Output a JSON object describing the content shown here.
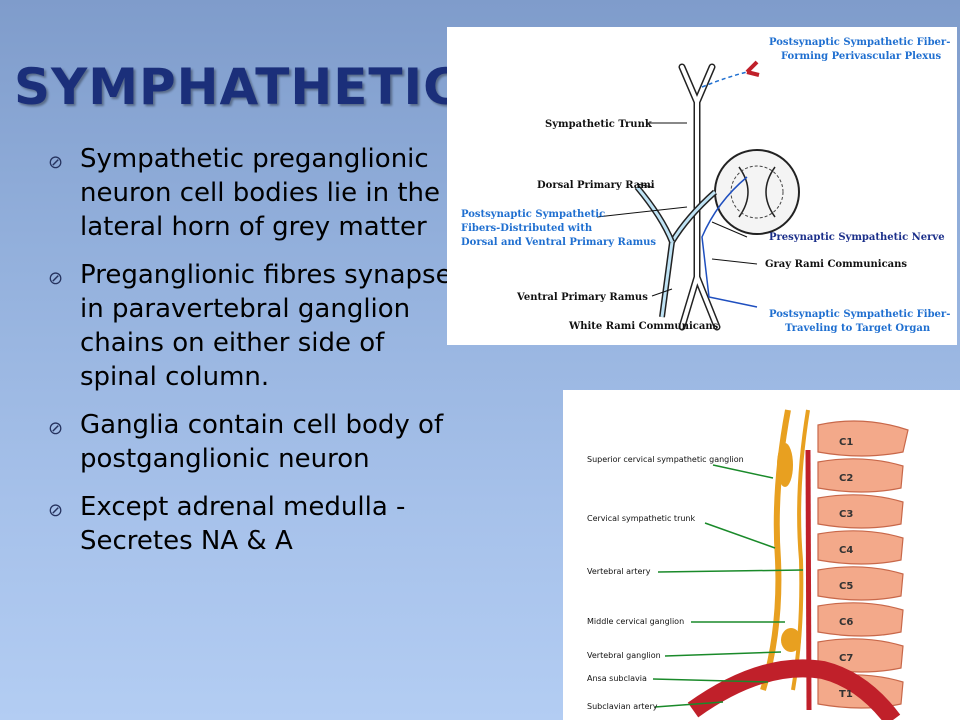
{
  "slide": {
    "title": "SYMPHATHETIC",
    "bullets": [
      {
        "icon": "bullet-icon",
        "text": "Sympathetic preganglionic neuron cell bodies lie in the lateral horn of  grey matter"
      },
      {
        "icon": "bullet-icon",
        "text": "Preganglionic fibres synapse in paravertebral ganglion chains on either side of spinal column."
      },
      {
        "icon": "bullet-icon",
        "text": "Ganglia contain cell body  of postganglionic neuron"
      },
      {
        "icon": "bullet-icon",
        "text": "Except adrenal medulla - Secretes NA & A"
      }
    ]
  },
  "figure_top": {
    "labels": {
      "post_plexus_1": "Postsynaptic Sympathetic Fiber-",
      "post_plexus_2": "Forming Perivascular Plexus",
      "trunk": "Sympathetic Trunk",
      "dorsal": "Dorsal Primary Rami",
      "post_dist_1": "Postsynaptic Sympathetic",
      "post_dist_2": "Fibers-Distributed with",
      "post_dist_3": "Dorsal and Ventral Primary Ramus",
      "presyn": "Presynaptic Sympathetic Nerve",
      "gray": "Gray Rami Communicans",
      "ventral": "Ventral Primary Ramus",
      "white": "White Rami Communicans",
      "post_target_1": "Postsynaptic Sympathetic Fiber-",
      "post_target_2": "Traveling to Target Organ"
    }
  },
  "figure_bottom": {
    "labels": {
      "sup_ganglion": "Superior cervical sympathetic ganglion",
      "cerv_trunk": "Cervical sympathetic trunk",
      "vert_artery": "Vertebral artery",
      "mid_ganglion": "Middle cervical ganglion",
      "vert_ganglion": "Vertebral ganglion",
      "ansa": "Ansa subclavia",
      "subclavian": "Subclavian artery"
    },
    "vertebrae": [
      "C1",
      "C2",
      "C3",
      "C4",
      "C5",
      "C6",
      "C7",
      "T1"
    ]
  }
}
